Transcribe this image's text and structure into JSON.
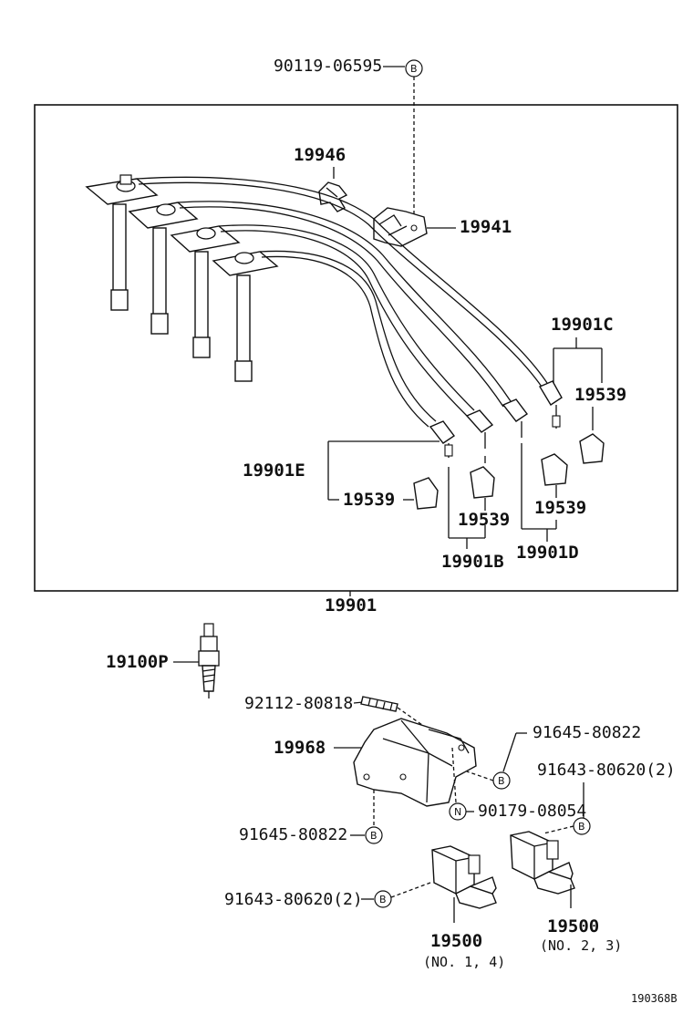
{
  "labels": {
    "bolt_top": "90119-06595",
    "clamp_a": "19946",
    "clamp_b": "19941",
    "wire_c": "19901C",
    "boot_c": "19539",
    "wire_e": "19901E",
    "boot_e": "19539",
    "boot_b": "19539",
    "boot_d": "19539",
    "wire_b": "19901B",
    "wire_d": "19901D",
    "wire_set": "19901",
    "spark_plug": "19100P",
    "stud": "92112-80818",
    "bracket": "19968",
    "bolt_bracket_r": "91645-80822",
    "bolt_coil_r": "91643-80620(2)",
    "nut": "90179-08054",
    "bolt_bracket_l": "91645-80822",
    "bolt_coil_l": "91643-80620(2)",
    "coil_l": "19500",
    "coil_l_note": "(NO. 1, 4)",
    "coil_r": "19500",
    "coil_r_note": "(NO. 2, 3)",
    "figure_id": "190368B"
  },
  "markers": {
    "b": "B",
    "n": "N"
  }
}
